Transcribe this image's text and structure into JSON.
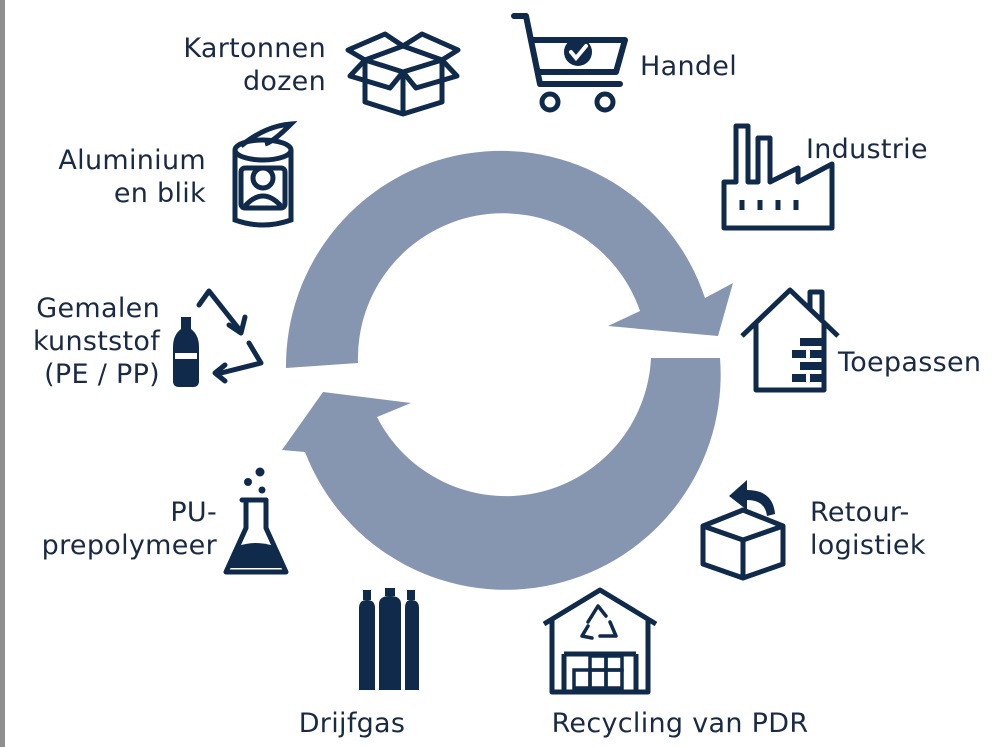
{
  "colors": {
    "arrow": "#8796b0",
    "icon": "#0f2a4a"
  },
  "labels": {
    "kartonnen": [
      "Kartonnen",
      "dozen"
    ],
    "handel": "Handel",
    "industrie": "Industrie",
    "aluminium": [
      "Aluminium",
      "en blik"
    ],
    "toepassen": "Toepassen",
    "gemalen": [
      "Gemalen",
      "kunststof",
      "(PE / PP)"
    ],
    "retour": [
      "Retour-",
      "logistiek"
    ],
    "pu": [
      "PU-",
      "prepolymeer"
    ],
    "drijfgas": "Drijfgas",
    "recycling": "Recycling van PDR"
  },
  "icons": [
    "cardboard-box-icon",
    "shopping-cart-icon",
    "factory-icon",
    "tin-can-icon",
    "house-icon",
    "recycle-bottle-icon",
    "return-box-icon",
    "flask-icon",
    "gas-cylinders-icon",
    "recycling-warehouse-icon"
  ]
}
